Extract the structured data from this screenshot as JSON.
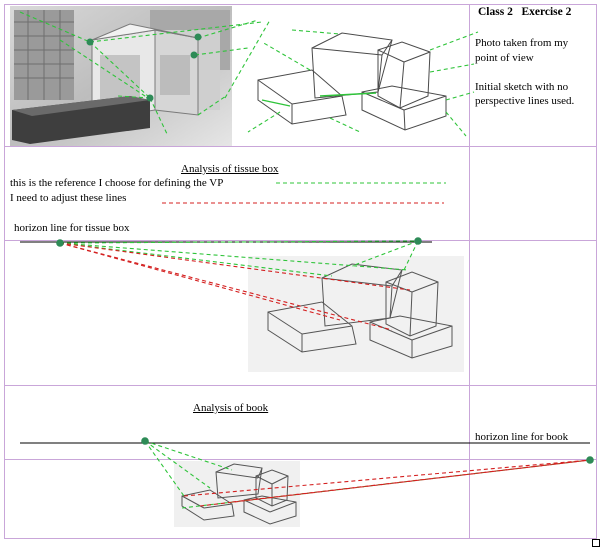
{
  "side_panel": {
    "title": "Class 2   Exercise 2",
    "note_1": "Photo taken from my point of view",
    "note_2": "Initial sketch with no perspective lines used."
  },
  "tissue_box_analysis": {
    "heading": "Analysis of tissue box",
    "legend_reference": "this is the reference I choose for defining the VP",
    "legend_adjust": "I need to adjust these lines",
    "horizon_label": "horizon line for tissue box"
  },
  "book_analysis": {
    "heading": "Analysis of book",
    "horizon_label": "horizon line for book"
  },
  "colors": {
    "reference_line": "#2fc43a",
    "adjust_line": "#d42020",
    "vanishing_point": "#2e8b57",
    "table_border": "#c9a6d9"
  }
}
